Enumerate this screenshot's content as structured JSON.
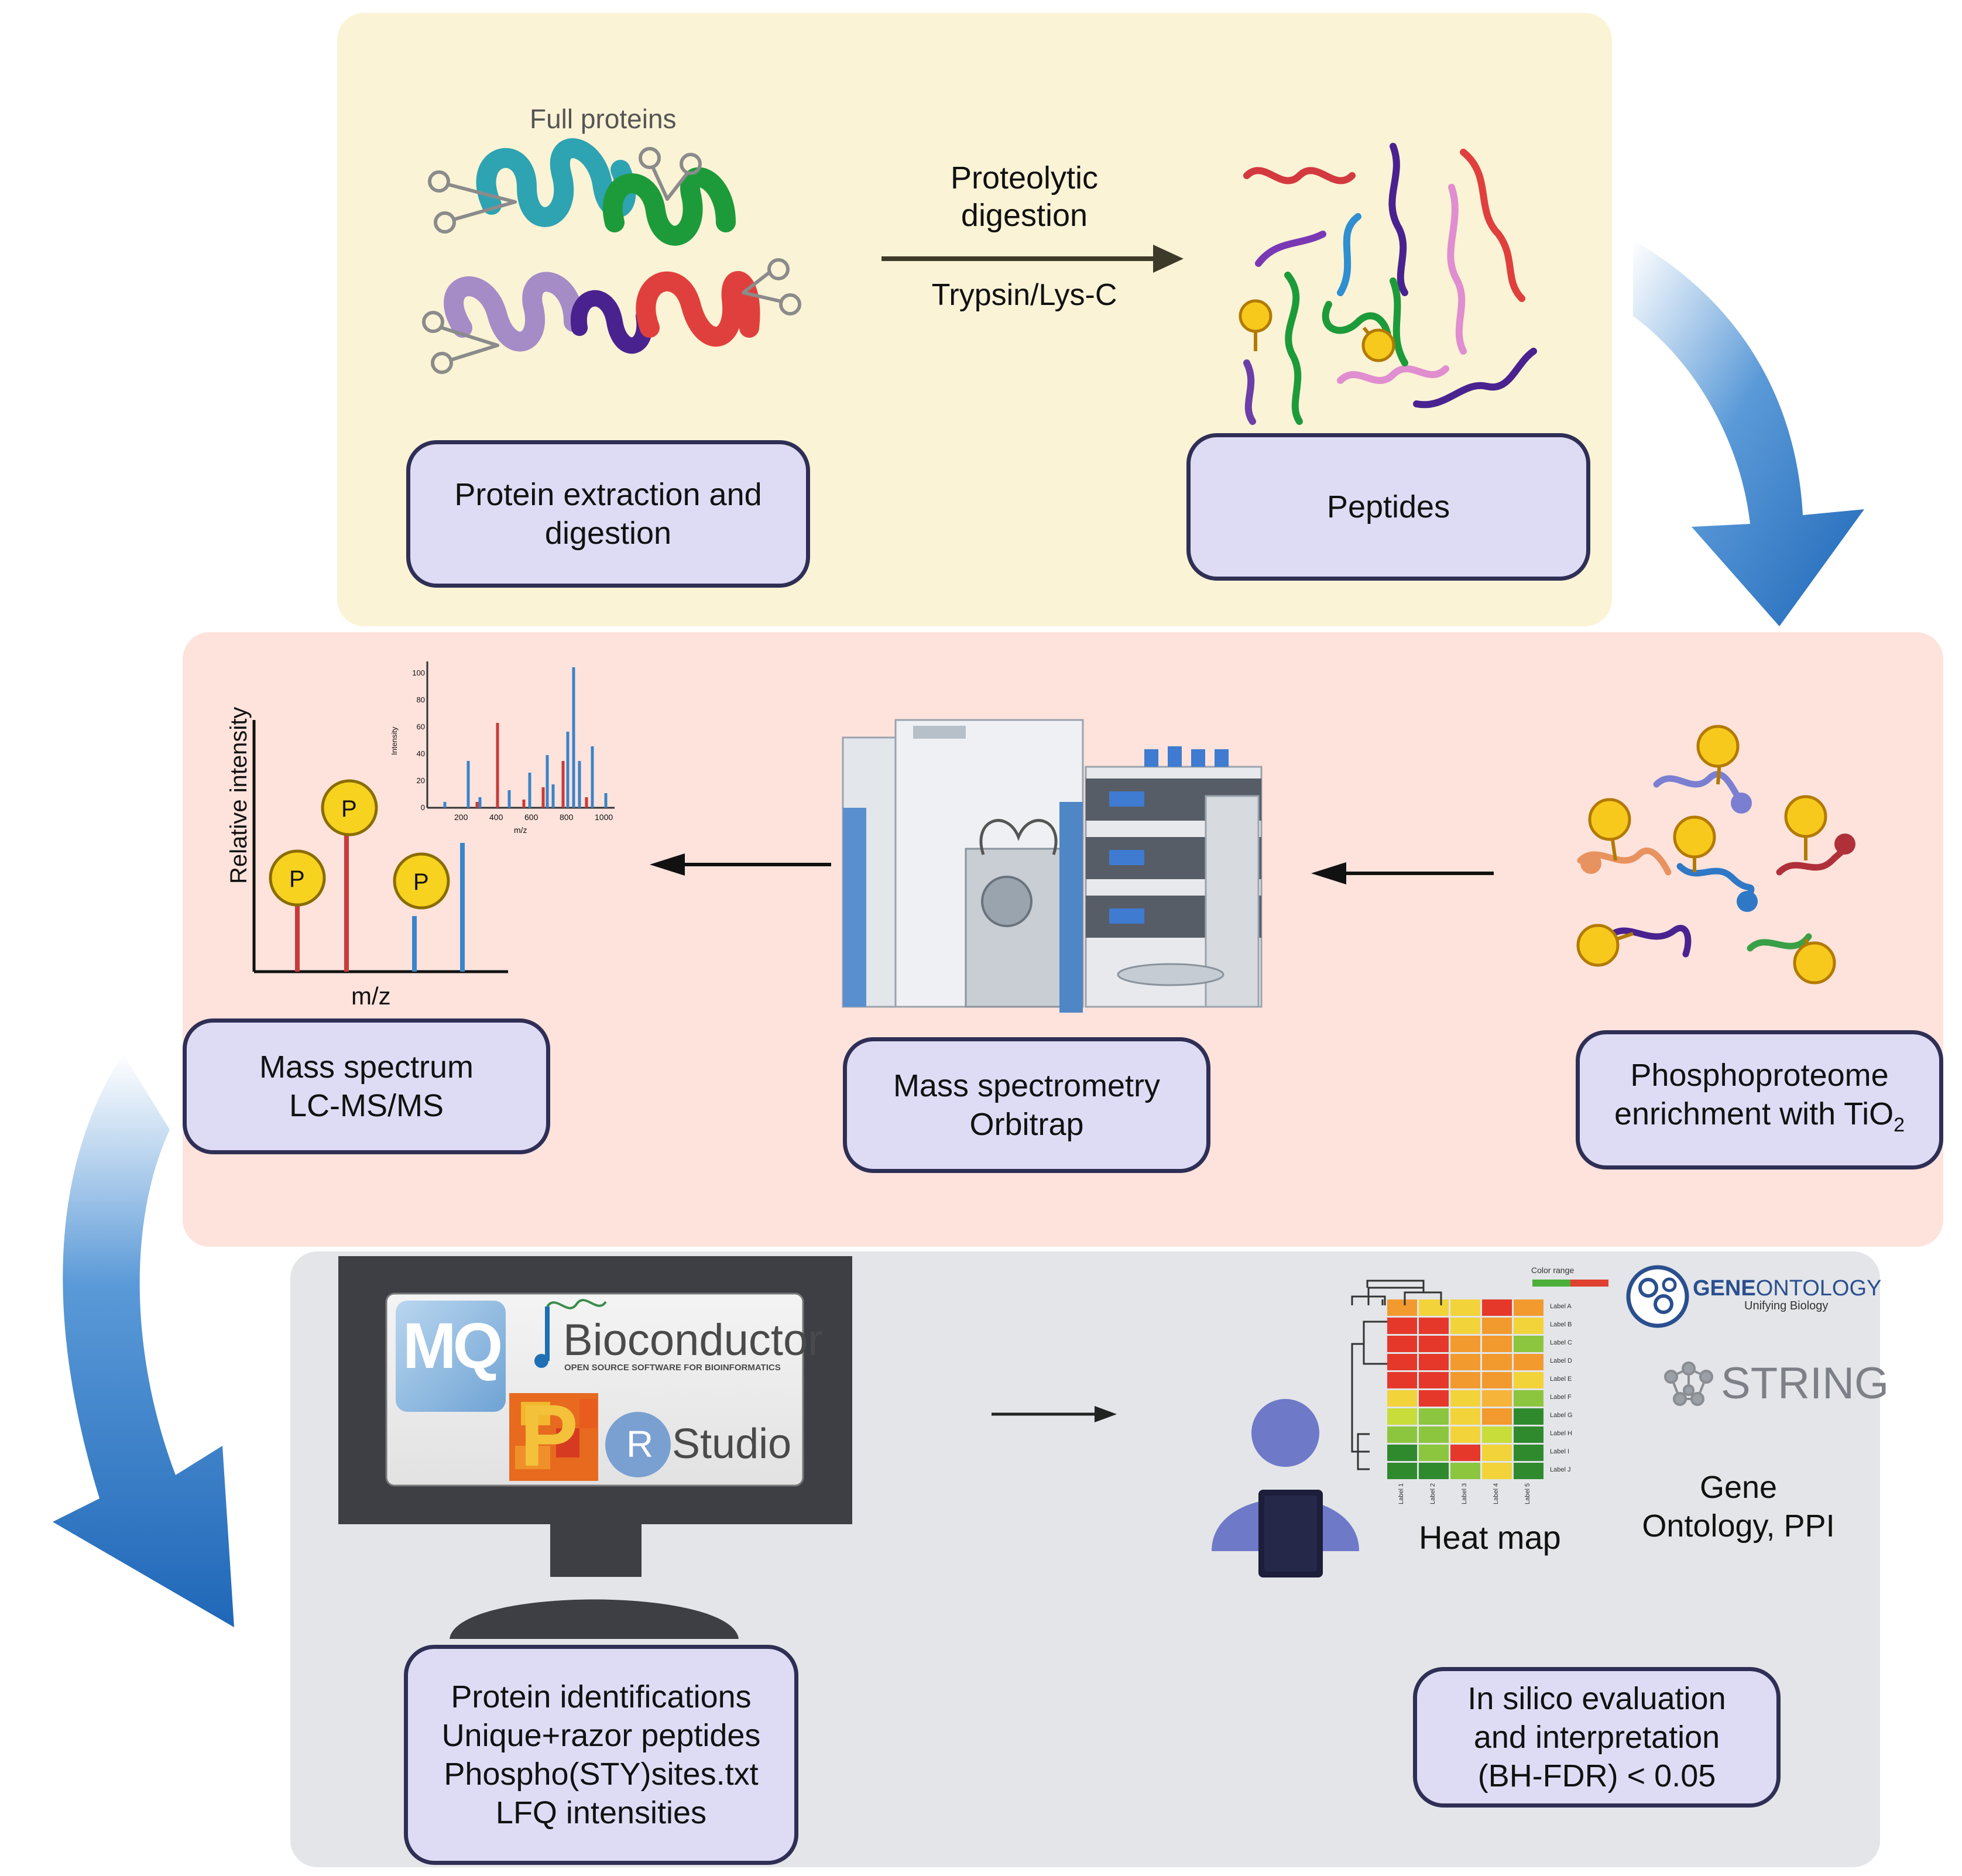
{
  "top": {
    "full_proteins_label": "Full proteins",
    "digestion_title": "Proteolytic\ndigestion",
    "enzyme_label": "Trypsin/Lys-C",
    "box_extraction": "Protein extraction and\ndigestion",
    "box_peptides": "Peptides"
  },
  "middle": {
    "box_mass_spectrum": "Mass spectrum\nLC-MS/MS",
    "box_mass_spectrometry": "Mass spectrometry\nOrbitrap",
    "box_enrichment_line1": "Phosphoproteome",
    "box_enrichment_line2": "enrichment with TiO",
    "box_enrichment_sub": "2",
    "spectrum_ylabel": "Relative intensity",
    "spectrum_xlabel": "m/z",
    "phospho_marker": "P",
    "inset_ylabel": "Intensity",
    "inset_xlabel": "m/z",
    "inset_xticks": [
      "200",
      "400",
      "600",
      "800",
      "1000"
    ],
    "inset_yticks": [
      "0",
      "20",
      "40",
      "60",
      "80",
      "100"
    ]
  },
  "bottom": {
    "software": {
      "maxquant": "MQ",
      "bioconductor": "Bioconductor",
      "bioconductor_tagline": "OPEN SOURCE SOFTWARE FOR BIOINFORMATICS",
      "perseus": "P",
      "rstudio_r": "R",
      "rstudio": "Studio"
    },
    "heatmap_title": "Heat map",
    "color_range_label": "Color range",
    "heatmap_row_labels": [
      "Label A",
      "Label B",
      "Label C",
      "Label D",
      "Label E",
      "Label F",
      "Label G",
      "Label H",
      "Label I",
      "Label J"
    ],
    "heatmap_col_labels": [
      "Label 1",
      "Label 2",
      "Label 3",
      "Label 4",
      "Label 5"
    ],
    "geneontology_gene": "GENE",
    "geneontology_ontology": "ONTOLOGY",
    "geneontology_tagline": "Unifying Biology",
    "string_logo": "STRING",
    "go_ppi_caption": "Gene\nOntology, PPI",
    "box_outputs": "Protein identifications\nUnique+razor peptides\nPhospho(STY)sites.txt\nLFQ intensities",
    "box_evaluation": "In silico evaluation\nand interpretation\n(BH-FDR) < 0.05"
  },
  "colors": {
    "panel_top": "#fbf3d6",
    "panel_mid": "#fde3dc",
    "panel_bot": "#e3e5e8",
    "label_box_fill": "#dedcf5",
    "label_box_border": "#2f2f55",
    "flow_arrow": "#2f78c6",
    "phospho_yellow": "#f7c91c"
  }
}
